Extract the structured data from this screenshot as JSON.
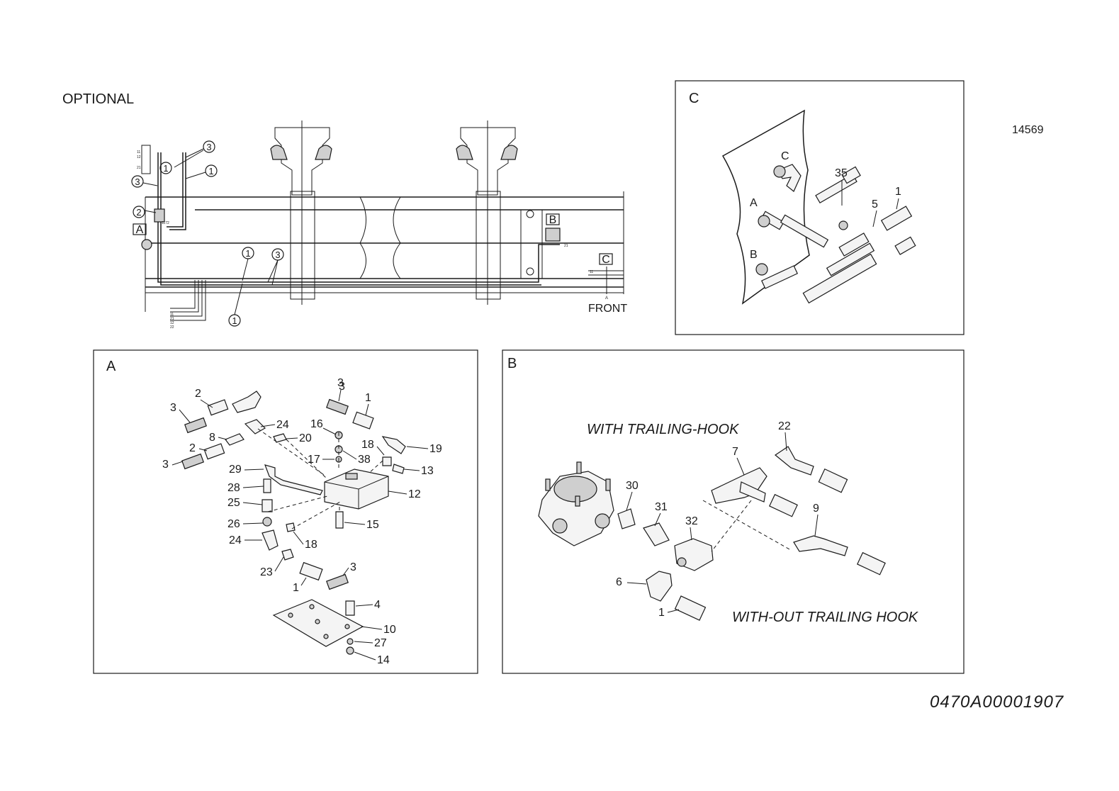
{
  "header": {
    "optional_label": "OPTIONAL",
    "drawing_number": "14569",
    "part_code": "0470A00001907"
  },
  "overview": {
    "callouts": [
      "3",
      "1",
      "1",
      "3",
      "2",
      "1",
      "3",
      "1"
    ],
    "view_tags": [
      "A",
      "B",
      "C"
    ],
    "front_label": "FRONT",
    "line_codes_top": [
      "11",
      "12",
      "21"
    ],
    "line_codes_bottom": [
      "11",
      "21",
      "12",
      "22"
    ],
    "small_codes": [
      "1172",
      "21",
      "11",
      "A"
    ]
  },
  "detail_c": {
    "title": "C",
    "letters": [
      "C",
      "A",
      "B"
    ],
    "items": [
      "35",
      "5",
      "1"
    ]
  },
  "detail_a": {
    "title": "A",
    "items": [
      "2",
      "3",
      "24",
      "3",
      "2",
      "8",
      "20",
      "3",
      "29",
      "28",
      "25",
      "26",
      "24",
      "23",
      "1",
      "16",
      "17",
      "38",
      "18",
      "13",
      "1",
      "19",
      "3",
      "12",
      "15",
      "18",
      "3",
      "4",
      "10",
      "27",
      "14"
    ]
  },
  "detail_b": {
    "title": "B",
    "with_label": "WITH TRAILING-HOOK",
    "without_label": "WITH-OUT TRAILING HOOK",
    "items": [
      "22",
      "7",
      "30",
      "31",
      "32",
      "9",
      "6",
      "1"
    ]
  }
}
